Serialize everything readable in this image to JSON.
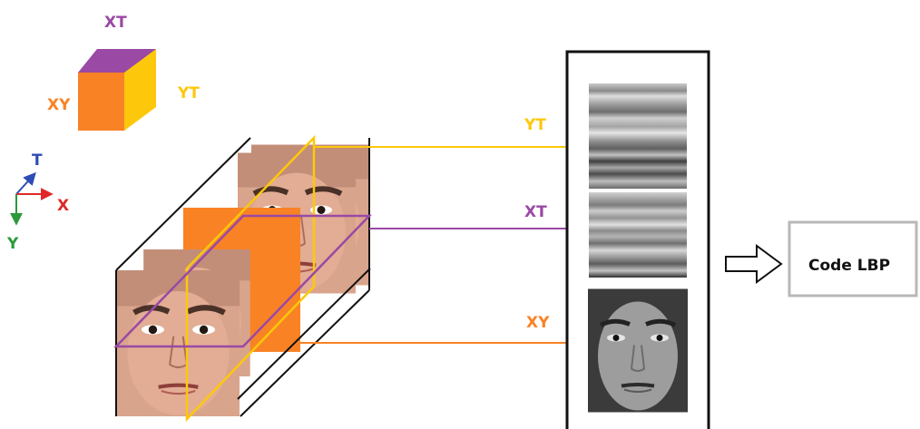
{
  "colors": {
    "xy": "#f98225",
    "yt": "#fdc80c",
    "xt": "#9a49a4",
    "axis_t": "#2e4cb5",
    "axis_x": "#e02828",
    "axis_y": "#2c9a3a",
    "box_border": "#b8b8b8"
  },
  "cube_legend": {
    "xt_label": "XT",
    "yt_label": "YT",
    "xy_label": "XY"
  },
  "axes": {
    "t_label": "T",
    "x_label": "X",
    "y_label": "Y"
  },
  "planes": {
    "yt_label": "YT",
    "xt_label": "XT",
    "xy_label": "XY"
  },
  "output": {
    "code_label": "Code LBP"
  },
  "icons": [
    "hollow-right-arrow-icon",
    "face-photo-frame",
    "stripe-pattern-yt",
    "stripe-pattern-xt",
    "grayscale-face"
  ]
}
